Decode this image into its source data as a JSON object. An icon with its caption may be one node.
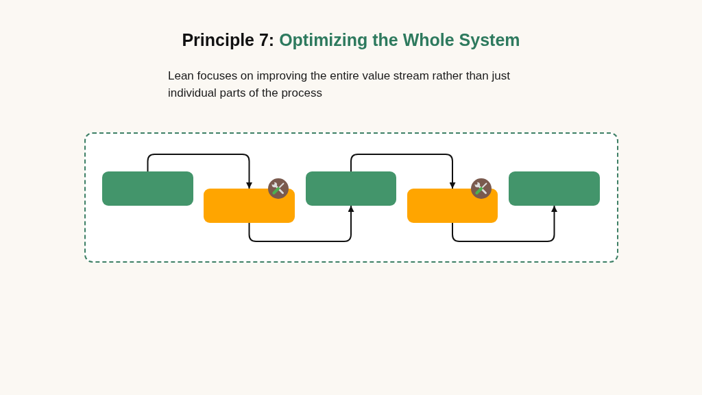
{
  "diagram": {
    "title": "Principle 7: Optimizing the Whole System",
    "nodes": [
      {
        "text": [],
        "shape": "box"
      },
      {
        "text": [],
        "shape": "box",
        "in": 0
      },
      {
        "text": [],
        "shape": "box",
        "in": 0
      },
      {
        "text": [],
        "shape": "box",
        "in": 0
      },
      {
        "text": [],
        "shape": "box",
        "in": 0
      },
      {
        "text": [],
        "shape": "box",
        "in": 0
      }
    ],
    "edges": [
      {
        "from": 1,
        "to": 2,
        "arrow": "to"
      },
      {
        "from": 2,
        "to": 3,
        "arrow": "to"
      },
      {
        "from": 3,
        "to": 4,
        "arrow": "to"
      },
      {
        "from": 4,
        "to": 5,
        "arrow": "to"
      }
    ],
    "labels": [
      "Lean focuses on improving the entire value stream rather than just individual parts of the process"
    ]
  }
}
